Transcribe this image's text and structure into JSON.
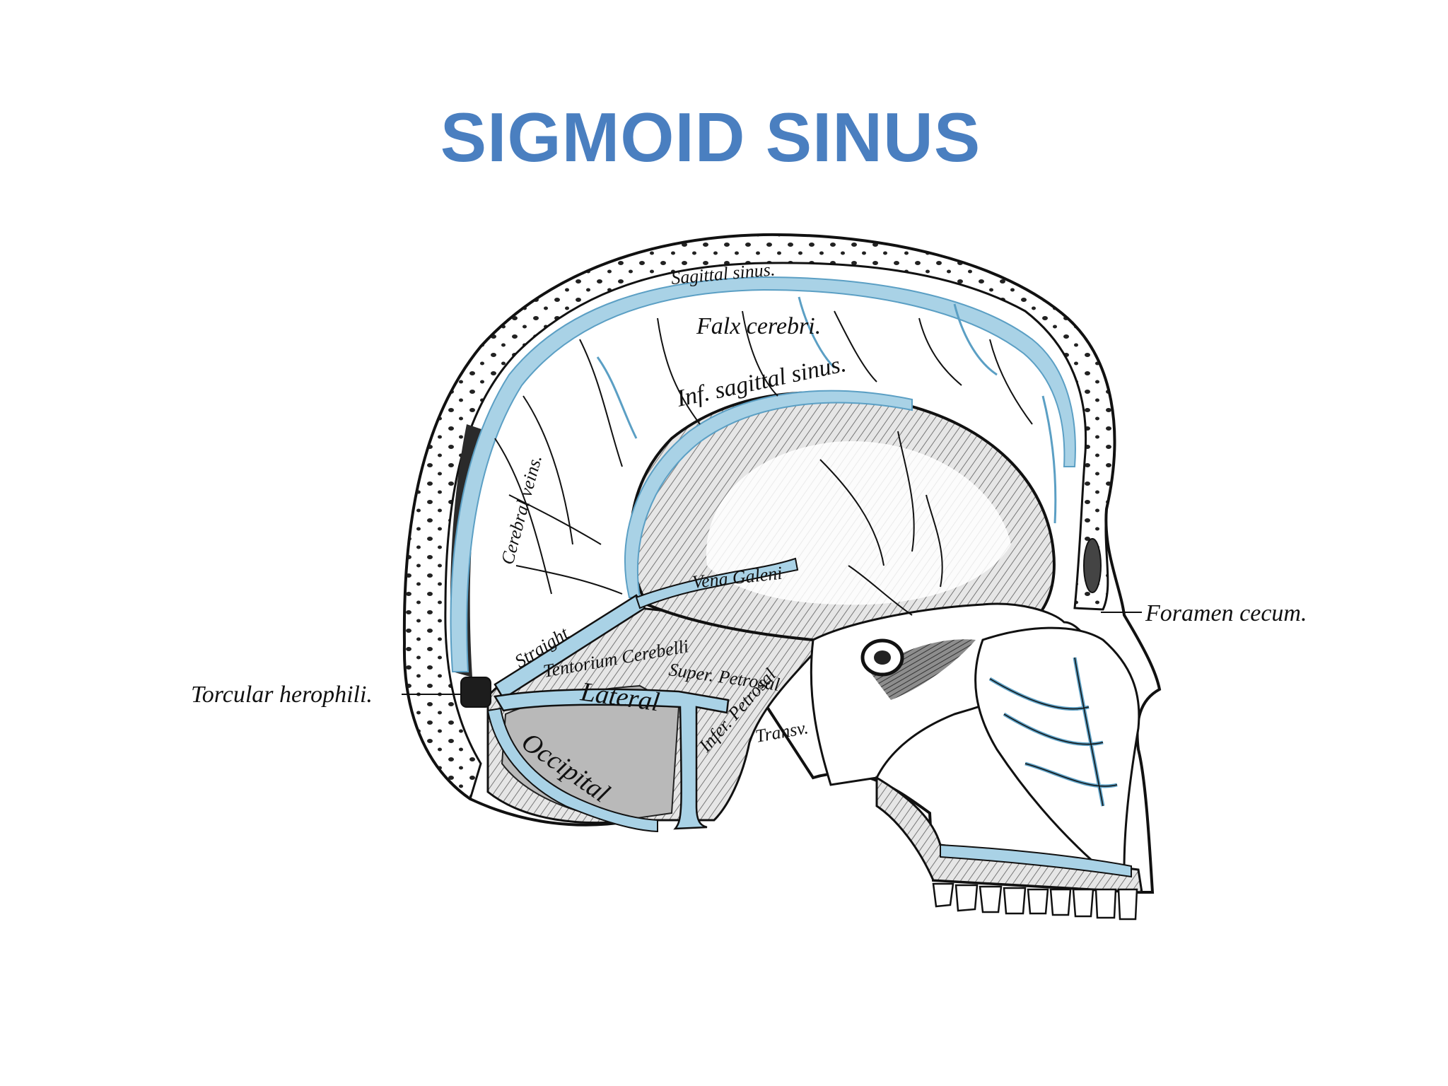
{
  "title": "SIGMOID SINUS",
  "colors": {
    "title": "#4a7fc0",
    "sinus_blue": "#a9d2e6",
    "sinus_edge": "#5b9fc4",
    "ink": "#111111",
    "shade": "#9a9a9a"
  },
  "labels": {
    "sagittal_sinus": "Sagittal sinus.",
    "falx_cerebri": "Falx cerebri.",
    "inf_sagittal_sinus": "Inf. sagittal sinus.",
    "cerebral_veins": "Cerebral veins.",
    "vena_galeni": "Vena Galeni",
    "foramen_cecum": "Foramen cecum.",
    "tentorium": "Tentorium Cerebelli",
    "straight": "Straight",
    "super_petrosal": "Super. Petrosal",
    "torcular": "Torcular herophili.",
    "lateral": "Lateral",
    "infer_petrosal": "Infer. Petrosal",
    "transverse": "Transv.",
    "occipital": "Occipital"
  },
  "icons": [
    "skull-outline",
    "sinus-channel",
    "vein-branch",
    "tooth"
  ]
}
